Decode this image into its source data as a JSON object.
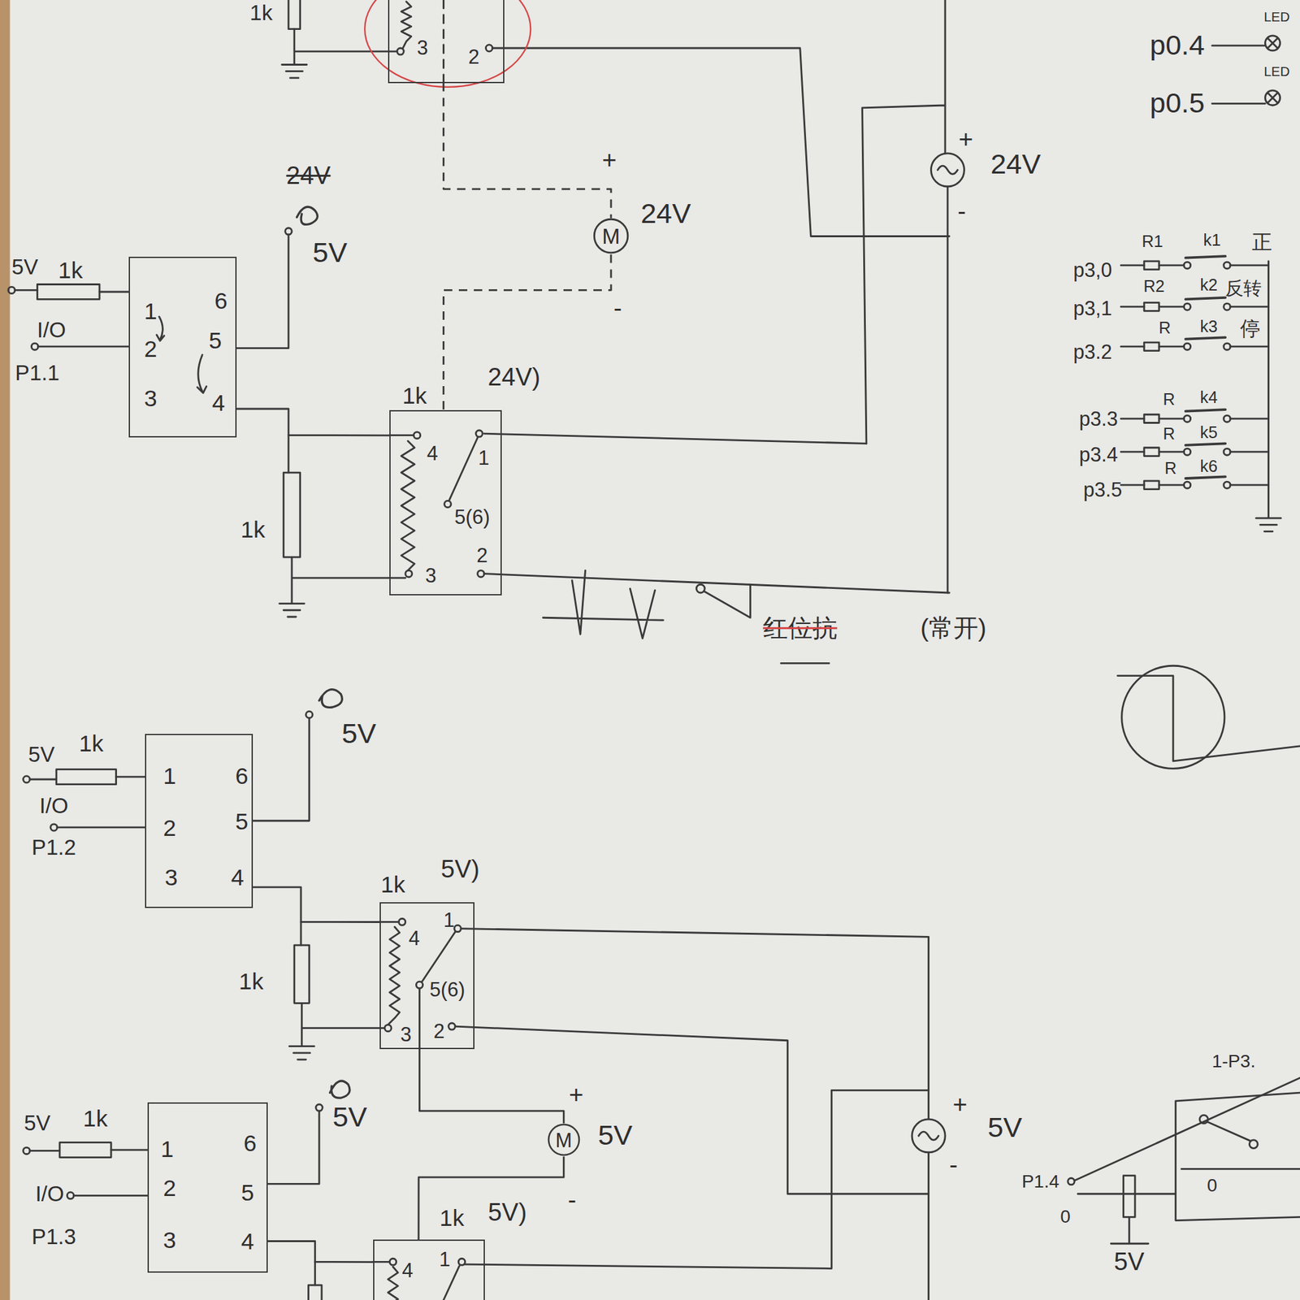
{
  "diagram": {
    "nodes": [
      {
        "text": [
          "3",
          "2"
        ]
      },
      {
        "text": [
          "M"
        ]
      },
      {
        "text": [
          "1",
          "2",
          "3",
          "6",
          "5",
          "4"
        ]
      },
      {
        "text": [
          "4",
          "1",
          "5(6)",
          "3",
          "2"
        ]
      },
      {
        "text": [
          "1",
          "2",
          "3",
          "6",
          "5",
          "4"
        ]
      },
      {
        "text": [
          "1",
          "4",
          "5(6)",
          "3",
          "2"
        ]
      },
      {
        "text": [
          "M"
        ]
      },
      {
        "text": [
          "1",
          "2",
          "3",
          "6",
          "5",
          "4"
        ]
      },
      {
        "text": [
          "4",
          "1"
        ]
      }
    ],
    "edges": [
      {
        "from": 0,
        "to": 1,
        "arrow": "none"
      },
      {
        "from": 1,
        "to": 3,
        "arrow": "none"
      },
      {
        "from": 2,
        "to": 3,
        "arrow": "none"
      },
      {
        "from": 4,
        "to": 5,
        "arrow": "none"
      },
      {
        "from": 5,
        "to": 6,
        "arrow": "none"
      },
      {
        "from": 6,
        "to": 8,
        "arrow": "none"
      },
      {
        "from": 7,
        "to": 8,
        "arrow": "none"
      }
    ],
    "labels": [
      "1k",
      "+",
      "24V",
      "-",
      "+",
      "24V",
      "-",
      "LED",
      "p0.4",
      "LED",
      "p0.5",
      "R1",
      "k1",
      "正",
      "p3,0",
      "p3,1",
      "R2",
      "k2",
      "反转",
      "p3.2",
      "R",
      "k3",
      "停",
      "p3.3",
      "R",
      "k4",
      "p3.4",
      "R",
      "k5",
      "p3.5",
      "R",
      "k6",
      "24V",
      "5V",
      "5V",
      "1k",
      "I/O",
      "P1.1",
      "1k",
      "24V)",
      "1k",
      "红位抗",
      "(常开)",
      "5V",
      "5V",
      "1k",
      "I/O",
      "P1.2",
      "1k",
      "5V)",
      "1k",
      "+",
      "5V",
      "-",
      "+",
      "5V",
      "-",
      "5V",
      "5V",
      "1k",
      "I/O",
      "P1.3",
      "1k",
      "5V)",
      "1-P3.",
      "P1.4",
      "0",
      "0",
      "5V"
    ]
  }
}
